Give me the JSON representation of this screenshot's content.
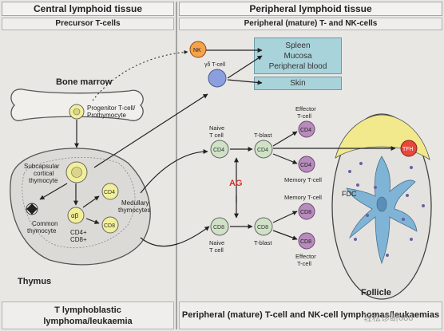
{
  "headers": {
    "left_title": "Central lymphoid tissue",
    "right_title": "Peripheral lymphoid tissue",
    "left_sub": "Precursor T-cells",
    "right_sub": "Peripheral (mature) T- and NK-cells"
  },
  "footers": {
    "left_line1": "T lymphoblastic",
    "left_line2": "lymphoma/leukaemia",
    "right": "Peripheral (mature) T-cell and NK-cell lymphomas/leukaemias"
  },
  "boxes": {
    "spleen_lines": [
      "Spleen",
      "Mucosa",
      "Peripheral blood"
    ],
    "skin": "Skin"
  },
  "labels": {
    "bone_marrow": "Bone marrow",
    "progenitor_1": "Progenitor T-cell/",
    "progenitor_2": "Prothymocyte",
    "subcap_1": "Subcapsular",
    "subcap_2": "cortical",
    "subcap_3": "thymocyte",
    "medullary_1": "Medullary",
    "medullary_2": "thymocytes",
    "common_1": "Common",
    "common_2": "thymocyte",
    "cd4cd8_1": "CD4+",
    "cd4cd8_2": "CD8+",
    "thymus": "Thymus",
    "nk": "NK",
    "gd": "γδ T-cell",
    "naive_top_1": "Naive",
    "naive_top_2": "T cell",
    "naive_bot_1": "Naive",
    "naive_bot_2": "T cell",
    "tblast_top": "T-blast",
    "tblast_bot": "T-blast",
    "effector_top_1": "Effector",
    "effector_top_2": "T-cell",
    "memory_top": "Memory T-cell",
    "memory_bot": "Memory T-cell",
    "effector_bot_1": "Effector",
    "effector_bot_2": "T-cell",
    "ag": "AG",
    "fdc": "FDC",
    "follicle": "Follicle",
    "ab": "αβ"
  },
  "cell_markers": {
    "cd4": "CD4",
    "cd8": "CD8",
    "tfh": "TFH"
  },
  "watermark": "轻松诊断086",
  "colors": {
    "panel_bg": "#e9e7e4",
    "blue_box": "#a9d3db",
    "cell_yellow": "#f2ef9a",
    "cell_green": "#cfe2c6",
    "cell_purple": "#b88bbd",
    "nk_orange": "#f5a24a",
    "gd_blue": "#8a9ee0",
    "tfh_red": "#e8473c",
    "ag_red": "#d9302b",
    "fdc_blue": "#7fb4d6"
  }
}
